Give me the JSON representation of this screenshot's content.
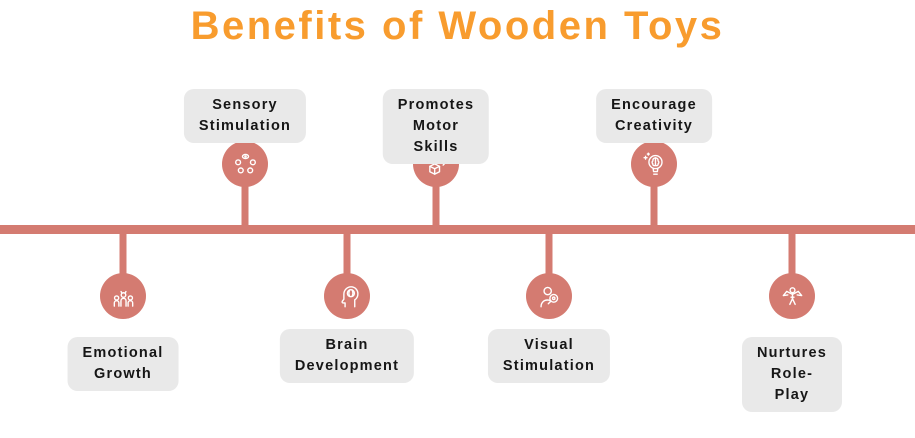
{
  "title": "Benefits of Wooden Toys",
  "colors": {
    "title_orange": "#F89C2E",
    "coral": "#D47B71",
    "pill_bg": "#E9E9E9",
    "text_dark": "#161616"
  },
  "items": [
    {
      "id": "sensory-stimulation",
      "label": "Sensory\nStimulation",
      "side": "top",
      "icon": "five-senses-icon"
    },
    {
      "id": "promotes-motor-skills",
      "label": "Promotes\nMotor Skills",
      "side": "top",
      "icon": "hand-grasping-block-icon"
    },
    {
      "id": "encourage-creativity",
      "label": "Encourage\nCreativity",
      "side": "top",
      "icon": "lightbulb-brain-icon"
    },
    {
      "id": "emotional-growth",
      "label": "Emotional\nGrowth",
      "side": "bottom",
      "icon": "family-figures-icon"
    },
    {
      "id": "brain-development",
      "label": "Brain\nDevelopment",
      "side": "bottom",
      "icon": "head-profile-brain-icon"
    },
    {
      "id": "visual-stimulation",
      "label": "Visual\nStimulation",
      "side": "bottom",
      "icon": "person-magnifier-icon"
    },
    {
      "id": "nurtures-role-play",
      "label": "Nurtures\nRole-Play",
      "side": "bottom",
      "icon": "superhero-child-icon"
    }
  ]
}
